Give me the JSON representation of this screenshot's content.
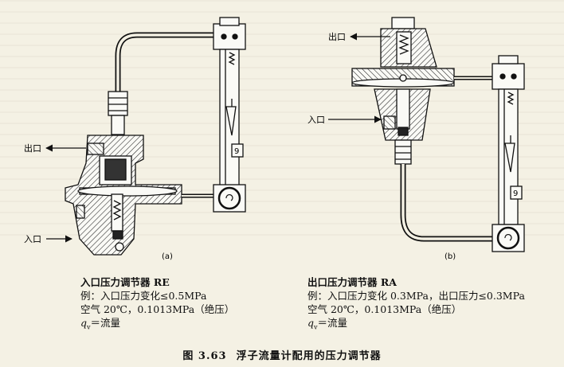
{
  "diagram_a": {
    "outlet_label": "出口",
    "inlet_label": "入口",
    "scale_mark": "9",
    "panel_label": "(a)"
  },
  "diagram_b": {
    "outlet_label": "出口",
    "inlet_label": "入口",
    "scale_mark": "9",
    "panel_label": "(b)"
  },
  "caption_a": {
    "title": "入口压力调节器 RE",
    "example": "例：入口压力变化≤0.5MPa",
    "conditions": "空气 20℃，0.1013MPa（绝压）",
    "qv_symbol": "q",
    "qv_sub": "v",
    "qv_def": "＝流量"
  },
  "caption_b": {
    "title": "出口压力调节器 RA",
    "example": "例：入口压力变化 0.3MPa，出口压力≤0.3MPa",
    "conditions": "空气 20℃，0.1013MPa（绝压）",
    "qv_symbol": "q",
    "qv_sub": "v",
    "qv_def": "＝流量"
  },
  "figure": {
    "number": "图 3.63",
    "title": "浮子流量计配用的压力调节器"
  }
}
